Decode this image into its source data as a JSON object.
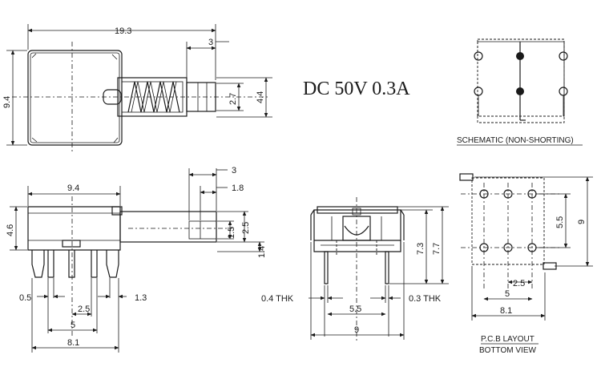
{
  "rating": "DC 50V 0.3A",
  "top_view": {
    "dims": {
      "length": "19.3",
      "height": "9.4",
      "stem_offset": "3",
      "stem_dia": "2.7",
      "stem_height": "4.4"
    }
  },
  "side_view": {
    "dims": {
      "body_width": "9.4",
      "body_height": "4.6",
      "stem_offset": "3",
      "stem_step": "1.8",
      "stem_h1": "1.5",
      "stem_h2": "2.5",
      "stem_base": "1.4",
      "pin_pitch_a": "0.5",
      "pin_pitch_b": "2.5",
      "pin_pitch_c": "1.3",
      "pin_span": "5",
      "overall": "8.1"
    }
  },
  "front_view": {
    "dims": {
      "thk_left": "0.4 THK",
      "thk_right": "0.3 THK",
      "h1": "7.3",
      "h2": "7.7",
      "pin_span": "5.5",
      "width": "9"
    }
  },
  "schematic": {
    "caption": "SCHEMATIC (NON-SHORTING)"
  },
  "pcb_layout": {
    "caption_line1": "P.C.B LAYOUT",
    "caption_line2": "BOTTOM VIEW",
    "dims": {
      "height": "9",
      "row_pitch": "5.5",
      "col_pitch": "2.5",
      "span": "5",
      "overall": "8.1"
    }
  }
}
